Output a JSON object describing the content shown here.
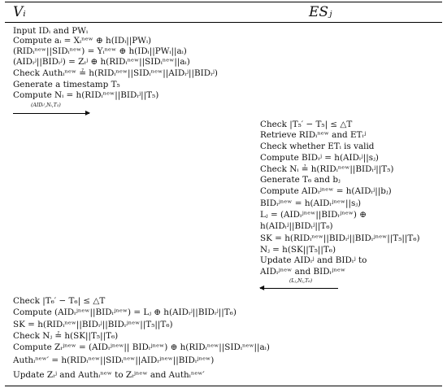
{
  "header": {
    "left_col": "Vᵢ",
    "right_col": "ESⱼ"
  },
  "left_block_1": [
    "Input IDᵢ and PWᵢ",
    "Compute aᵢ = Xᵢⁿᵉʷ ⊕ h(IDᵢ||PWᵢ)",
    "(RIDᵢⁿᵉʷ||SIDᵢⁿᵉʷ) = Yᵢⁿᵉʷ ⊕ h(IDᵢ||PWᵢ||aᵢ)",
    "(AIDᵢʲ||BIDᵢʲ) = Zᵢʲ ⊕ h(RIDᵢⁿᵉʷ||SIDᵢⁿᵉʷ||aᵢ)",
    "Check Authᵢⁿᵉʷ ≟ h(RIDᵢⁿᵉʷ||SIDᵢⁿᵉʷ||AIDᵢʲ||BIDᵢʲ)",
    "Generate a timestamp T₅",
    "Compute Nᵢ = h(RIDᵢⁿᵉʷ||BIDᵢʲ||T₅)"
  ],
  "msg_1": "(AIDᵢʲ,Nᵢ,T₅)",
  "right_block": [
    "Check |T₅′ − T₅| ≤ △T",
    "Retrieve RIDᵢⁿᵉʷ and ETᵢʲ",
    "Check whether ETᵢ is valid",
    "Compute BIDᵢʲ = h(AIDᵢʲ||sⱼ)",
    "Check Nᵢ ≟ h(RIDᵢⁿᵉʷ||BIDᵢʲ||T₅)",
    "Generate T₆ and bⱼ",
    "Compute AIDᵢʲⁿᵉʷ = h(AIDᵢʲ||bⱼ)",
    "BIDᵢʲⁿᵉʷ = h(AIDᵢʲⁿᵉʷ||sⱼ)",
    "Lⱼ = (AIDᵢʲⁿᵉʷ||BIDᵢʲⁿᵉʷ) ⊕",
    "h(AIDᵢʲ||BIDᵢʲ||T₆)",
    "SK = h(RIDᵢⁿᵉʷ||BIDᵢʲ||BIDᵢʲⁿᵉʷ||T₅||T₆)",
    "Nⱼ = h(SK||T₅||T₆)",
    "Update AIDᵢʲ and BIDᵢʲ to",
    "AIDᵢʲⁿᵉʷ and BIDᵢʲⁿᵉʷ"
  ],
  "msg_2": "(Lⱼ,Nⱼ,T₆)",
  "left_block_2": [
    "Check |T₆′ − T₆| ≤ △T",
    "Compute (AIDᵢʲⁿᵉʷ||BIDᵢʲⁿᵉʷ) = Lⱼ ⊕ h(AIDᵢʲ||BIDᵢʲ||T₆)",
    "SK = h(RIDᵢⁿᵉʷ||BIDᵢʲ||BIDᵢʲⁿᵉʷ||T₅||T₆)",
    "Check Nⱼ ≟ h(SK||T₅||T₆)",
    "Compute Zᵢʲⁿᵉʷ = (AIDᵢʲⁿᵉʷ|| BIDᵢʲⁿᵉʷ) ⊕ h(RIDᵢⁿᵉʷ||SIDᵢⁿᵉʷ||aᵢ)",
    "Authᵢⁿᵉʷ′ = h(RIDᵢⁿᵉʷ||SIDᵢⁿᵉʷ||AIDᵢʲⁿᵉʷ||BIDᵢʲⁿᵉʷ)",
    "Update Zᵢʲ and Authᵢⁿᵉʷ to Zᵢʲⁿᵉʷ and Authᵢⁿᵉʷ′"
  ]
}
